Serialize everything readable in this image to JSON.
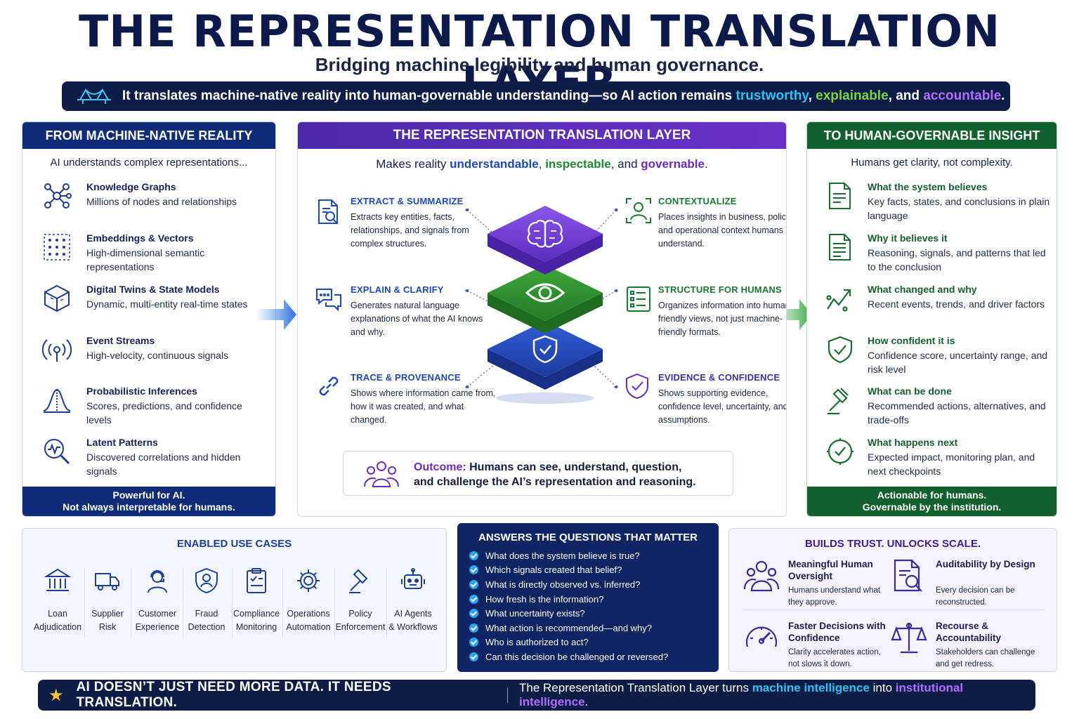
{
  "header": {
    "title": "THE REPRESENTATION TRANSLATION LAYER",
    "subtitle": "Bridging machine legibility and human governance.",
    "banner": {
      "prefix": "It translates machine-native reality into human-governable understanding—so AI action remains ",
      "w1": "trustworthy",
      "sep1": ", ",
      "w2": "explainable",
      "sep2": ", and ",
      "w3": "accountable",
      "end": "."
    }
  },
  "left": {
    "title": "FROM MACHINE-NATIVE REALITY",
    "intro": "AI understands complex representations...",
    "items": [
      {
        "title": "Knowledge Graphs",
        "desc": "Millions of nodes and relationships",
        "icon": "network-icon"
      },
      {
        "title": "Embeddings & Vectors",
        "desc": "High-dimensional semantic representations",
        "icon": "dot-grid-icon"
      },
      {
        "title": "Digital Twins & State Models",
        "desc": "Dynamic, multi-entity real-time states",
        "icon": "cube-icon"
      },
      {
        "title": "Event Streams",
        "desc": "High-velocity, continuous signals",
        "icon": "broadcast-icon"
      },
      {
        "title": "Probabilistic Inferences",
        "desc": "Scores, predictions, and confidence levels",
        "icon": "bell-curve-icon"
      },
      {
        "title": "Latent Patterns",
        "desc": "Discovered correlations and hidden signals",
        "icon": "magnifier-pulse-icon"
      }
    ],
    "footer": [
      "Powerful for AI.",
      "Not always interpretable for humans."
    ]
  },
  "center": {
    "title": "THE REPRESENTATION TRANSLATION LAYER",
    "intro": {
      "prefix": "Makes reality ",
      "w1": "understandable",
      "sep1": ", ",
      "w2": "inspectable",
      "sep2": ", and ",
      "w3": "governable",
      "end": "."
    },
    "items": [
      {
        "title": "EXTRACT & SUMMARIZE",
        "desc": "Extracts key entities, facts, relationships, and signals from complex structures.",
        "icon": "document-search-icon"
      },
      {
        "title": "CONTEXTUALIZE",
        "desc": "Places insights in business, policy, and operational context humans understand.",
        "icon": "person-focus-icon"
      },
      {
        "title": "EXPLAIN & CLARIFY",
        "desc": "Generates natural language explanations of what the AI knows and why.",
        "icon": "chat-bubbles-icon"
      },
      {
        "title": "STRUCTURE FOR HUMANS",
        "desc": "Organizes information into human-friendly views, not just machine-friendly formats.",
        "icon": "checklist-icon"
      },
      {
        "title": "TRACE & PROVENANCE",
        "desc": "Shows where information came from, how it was created, and what changed.",
        "icon": "link-icon"
      },
      {
        "title": "EVIDENCE & CONFIDENCE",
        "desc": "Shows supporting evidence, confidence level, uncertainty, and assumptions.",
        "icon": "shield-check-icon"
      }
    ],
    "outcome": {
      "label": "Outcome:",
      "text1": " Humans can see, understand, question,",
      "text2": "and challenge the AI’s representation and reasoning."
    }
  },
  "right": {
    "title": "TO HUMAN-GOVERNABLE INSIGHT",
    "intro": "Humans get clarity, not complexity.",
    "items": [
      {
        "title": "What the system believes",
        "desc": "Key facts, states, and conclusions in plain language",
        "icon": "document-icon"
      },
      {
        "title": "Why it believes it",
        "desc": "Reasoning, signals, and patterns that led to the conclusion",
        "icon": "document-lines-icon"
      },
      {
        "title": "What changed and why",
        "desc": "Recent events, trends, and driver factors",
        "icon": "trend-arrow-icon"
      },
      {
        "title": "How confident it is",
        "desc": "Confidence score, uncertainty range, and risk level",
        "icon": "shield-check-icon"
      },
      {
        "title": "What can be done",
        "desc": "Recommended actions, alternatives, and trade-offs",
        "icon": "gavel-icon"
      },
      {
        "title": "What happens next",
        "desc": "Expected impact, monitoring plan, and next checkpoints",
        "icon": "compass-check-icon"
      }
    ],
    "footer": [
      "Actionable for humans.",
      "Governable by the institution."
    ]
  },
  "usecases": {
    "title": "ENABLED USE CASES",
    "items": [
      {
        "line1": "Loan",
        "line2": "Adjudication",
        "icon": "bank-icon"
      },
      {
        "line1": "Supplier",
        "line2": "Risk",
        "icon": "truck-icon"
      },
      {
        "line1": "Customer",
        "line2": "Experience",
        "icon": "headset-user-icon"
      },
      {
        "line1": "Fraud",
        "line2": "Detection",
        "icon": "shield-user-icon"
      },
      {
        "line1": "Compliance",
        "line2": "Monitoring",
        "icon": "clipboard-icon"
      },
      {
        "line1": "Operations",
        "line2": "Automation",
        "icon": "gear-icon"
      },
      {
        "line1": "Policy",
        "line2": "Enforcement",
        "icon": "gavel-icon"
      },
      {
        "line1": "AI Agents",
        "line2": "& Workflows",
        "icon": "robot-icon"
      }
    ]
  },
  "questions": {
    "title": "ANSWERS THE QUESTIONS THAT MATTER",
    "items": [
      "What does the system believe is true?",
      "Which signals created that belief?",
      "What is directly observed vs. inferred?",
      "How fresh is the information?",
      "What uncertainty exists?",
      "What action is recommended—and why?",
      "Who is authorized to act?",
      "Can this decision be challenged or reversed?"
    ]
  },
  "trust": {
    "title": "BUILDS TRUST. UNLOCKS SCALE.",
    "items": [
      {
        "title": "Meaningful Human Oversight",
        "desc": "Humans understand what they approve.",
        "icon": "people-group-icon"
      },
      {
        "title": "Auditability by Design",
        "desc": "Every decision can be reconstructed.",
        "icon": "document-search-icon"
      },
      {
        "title": "Faster Decisions with Confidence",
        "desc": "Clarity accelerates action, not slows it down.",
        "icon": "speedometer-icon"
      },
      {
        "title": "Recourse & Accountability",
        "desc": "Stakeholders can challenge and get redress.",
        "icon": "scales-icon"
      }
    ]
  },
  "bottom": {
    "headline": "AI DOESN’T JUST NEED MORE DATA. IT NEEDS TRANSLATION.",
    "prefix": "The Representation Translation Layer turns ",
    "w1": "machine intelligence",
    "mid": " into ",
    "w2": "institutional intelligence",
    "end": "."
  },
  "colors": {
    "navy": "#0e1d45",
    "left_accent": "#0e2c78",
    "center_accent": "#5a2dbd",
    "right_accent": "#11602d",
    "teal": "#2bc3f5",
    "green": "#76d646",
    "purple": "#b36dff"
  }
}
